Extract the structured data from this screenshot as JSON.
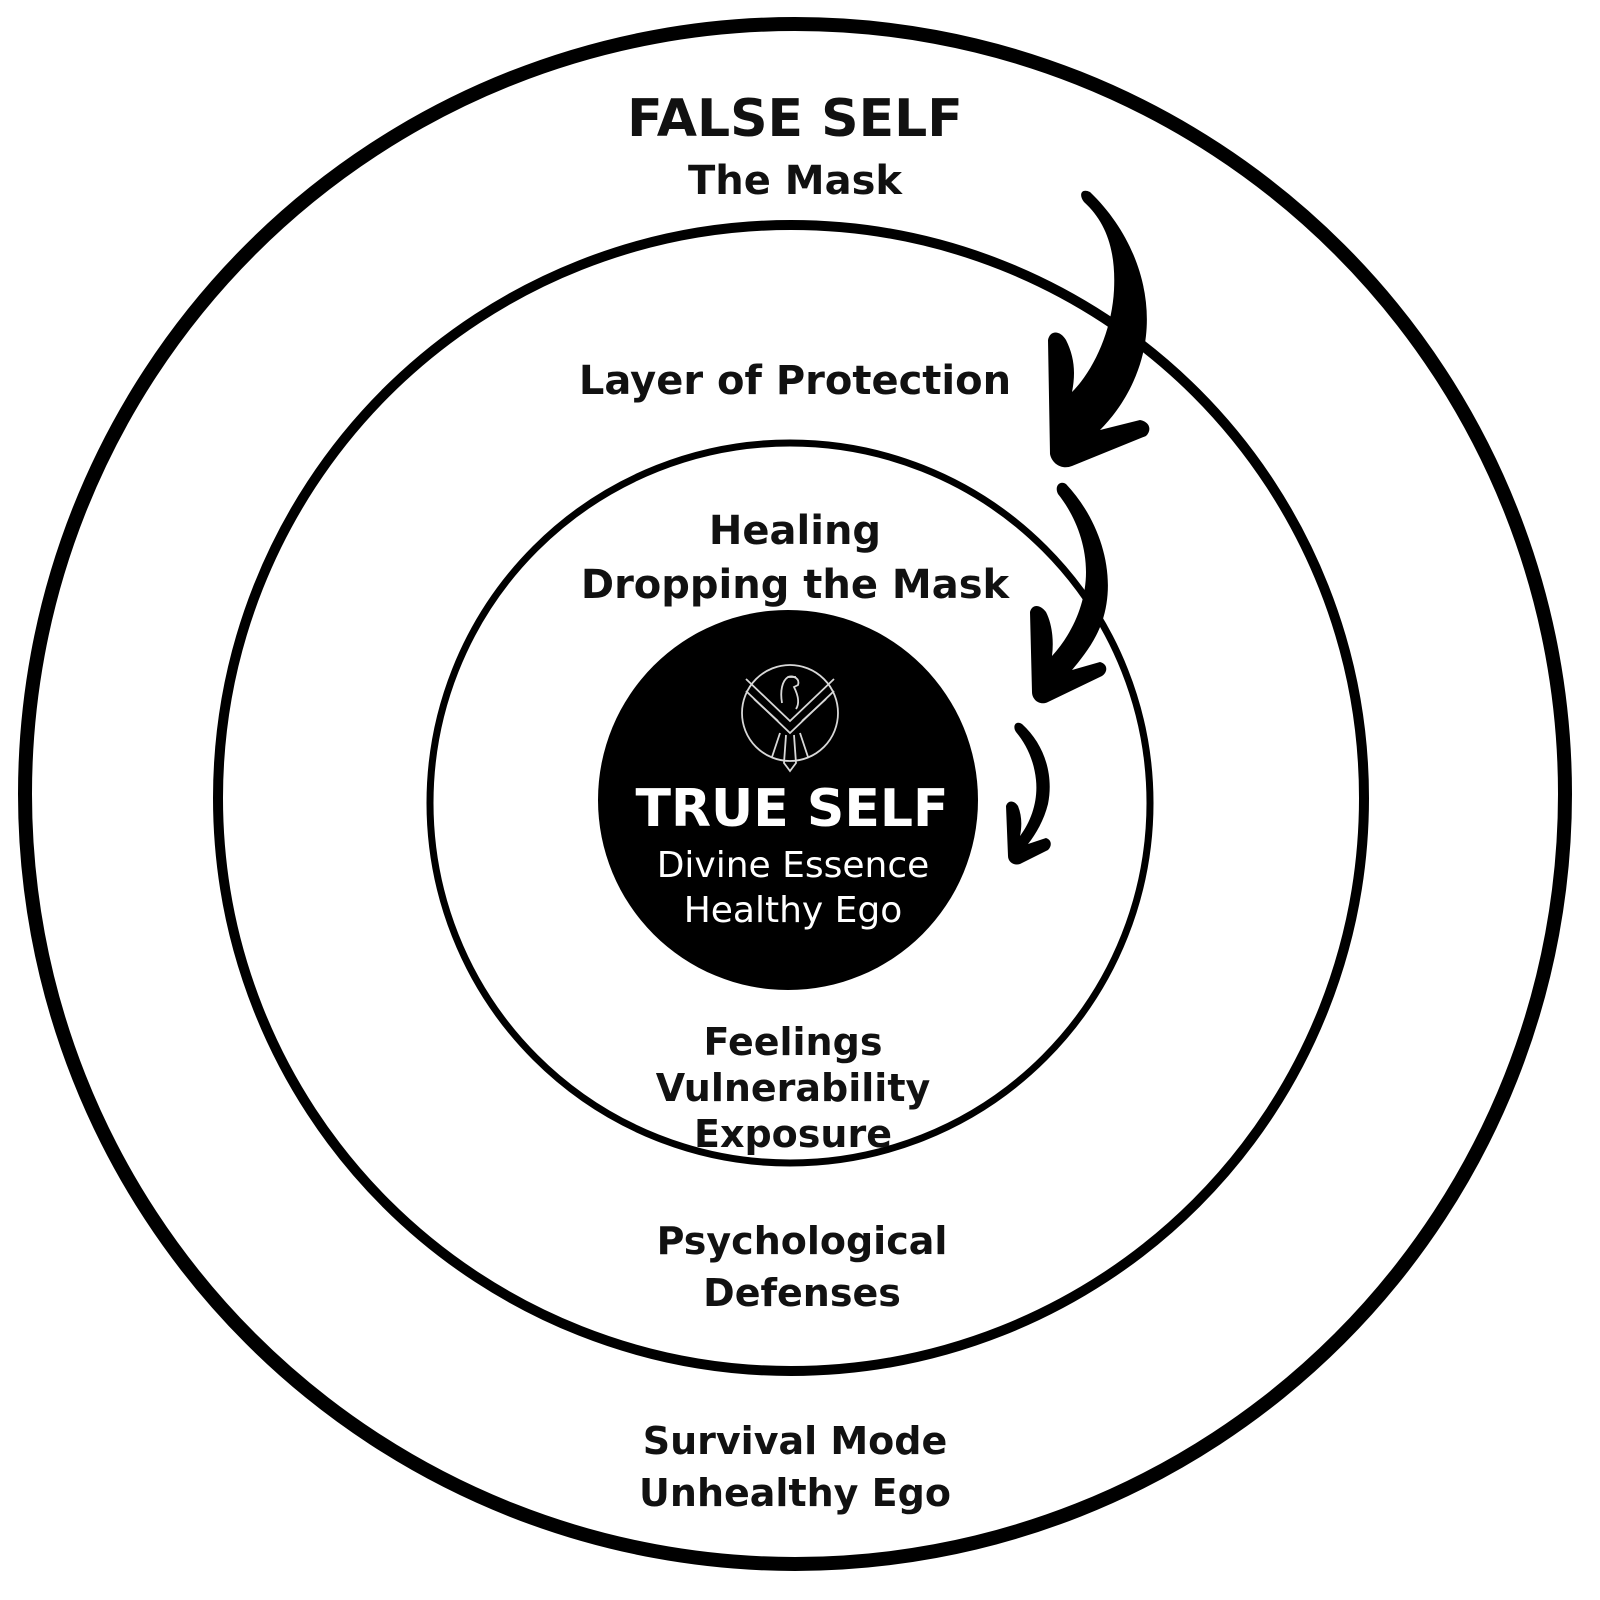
{
  "diagram": {
    "title": "False Self vs True Self",
    "colors": {
      "ink": "#111111",
      "background": "#ffffff",
      "core_fill": "#000000",
      "core_text": "#ffffff"
    },
    "rings": [
      {
        "id": "outer",
        "lines": [
          "FALSE SELF",
          "The Mask"
        ],
        "bottom_lines": [
          "Survival Mode",
          "Unhealthy Ego"
        ]
      },
      {
        "id": "middle",
        "lines": [
          "Layer of Protection"
        ],
        "bottom_lines": [
          "Psychological",
          "Defenses"
        ]
      },
      {
        "id": "inner",
        "lines": [
          "Healing",
          "Dropping the Mask"
        ],
        "bottom_lines": [
          "Feelings",
          "Vulnerability",
          "Exposure"
        ]
      }
    ],
    "core": {
      "logo": "eagle-emblem-icon",
      "title": "TRUE SELF",
      "lines": [
        "Divine Essence",
        "Healthy Ego"
      ]
    },
    "arrows": [
      {
        "name": "arrow-outer-to-middle",
        "icon": "curved-arrow-icon"
      },
      {
        "name": "arrow-middle-to-inner",
        "icon": "curved-arrow-icon"
      },
      {
        "name": "arrow-inner-to-core",
        "icon": "curved-arrow-icon"
      }
    ]
  }
}
